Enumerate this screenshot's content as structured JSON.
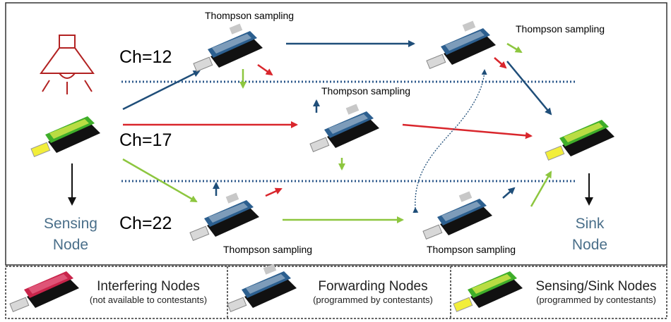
{
  "thompson": {
    "top1": "Thompson sampling",
    "top2": "Thompson sampling",
    "mid": "Thompson sampling",
    "bot1": "Thompson sampling",
    "bot2": "Thompson sampling"
  },
  "channels": {
    "c12": "Ch=12",
    "c17": "Ch=17",
    "c22": "Ch=22"
  },
  "nodes": {
    "sensing": [
      "Sensing",
      "Node"
    ],
    "sink": [
      "Sink",
      "Node"
    ]
  },
  "legend": [
    {
      "title": "Interfering Nodes",
      "sub": "(not available to contestants)",
      "board_color": "red"
    },
    {
      "title": "Forwarding Nodes",
      "sub": "(programmed by contestants)",
      "board_color": "blue"
    },
    {
      "title": "Sensing/Sink Nodes",
      "sub": "(programmed by contestants)",
      "board_color": "green"
    }
  ],
  "colors": {
    "navy_arrow": "#1f4e79",
    "red_arrow": "#d9262c",
    "green_arrow": "#8dc63f",
    "channel_line": "#2e5a8c",
    "lamp": "#b22222",
    "role_text": "#4a6f8a"
  },
  "icons": [
    "lamp-icon",
    "node-board-icon"
  ]
}
